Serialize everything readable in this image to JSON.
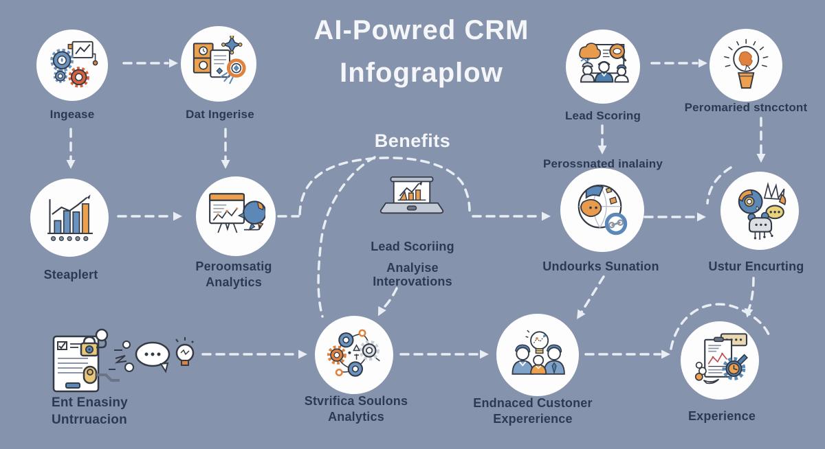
{
  "title": {
    "line1": "AI-Powred CRM",
    "line2": "Infograplow"
  },
  "benefits_label": "Benefits",
  "nodes": {
    "ingease": {
      "label": "Ingease"
    },
    "dat_ingerise": {
      "label": "Dat Ingerise"
    },
    "lead_scoring": {
      "label": "Lead Scoring"
    },
    "peromaried": {
      "label": "Peromaried stncctont"
    },
    "steaplert": {
      "label": "Steaplert"
    },
    "peroomsatig": {
      "line1": "Peroomsatig",
      "line2": "Analytics"
    },
    "laptop": {
      "line1": "Lead Scoriing",
      "line2": "Analyise",
      "line3": "Interovations"
    },
    "perossnated": {
      "label": "Perossnated inalainy"
    },
    "undourks": {
      "label": "Undourks Sunation"
    },
    "ustur": {
      "label": "Ustur Encurting"
    },
    "document": {
      "line1": "Ent Enasiny",
      "line2": "Untrruacion"
    },
    "stvrifica": {
      "line1": "Stvrifica Soulons",
      "line2": "Analytics"
    },
    "endnaced": {
      "line1": "Endnaced Custoner",
      "line2": "Expererience"
    },
    "experience": {
      "label": "Experience"
    }
  },
  "colors": {
    "background": "#8693ac",
    "circle": "#fdfdfd",
    "label_text": "#2b3a52",
    "title_text": "#f4f6f9",
    "connector": "#e9eef5",
    "blue": "#5c88b8",
    "light_blue": "#6b93c0",
    "orange": "#e89a4d",
    "deep_orange": "#e0823f",
    "red_orange": "#d9603c",
    "tan": "#e8c878",
    "gray": "#c9cfd8",
    "dark": "#333a45",
    "red": "#c0504d"
  }
}
